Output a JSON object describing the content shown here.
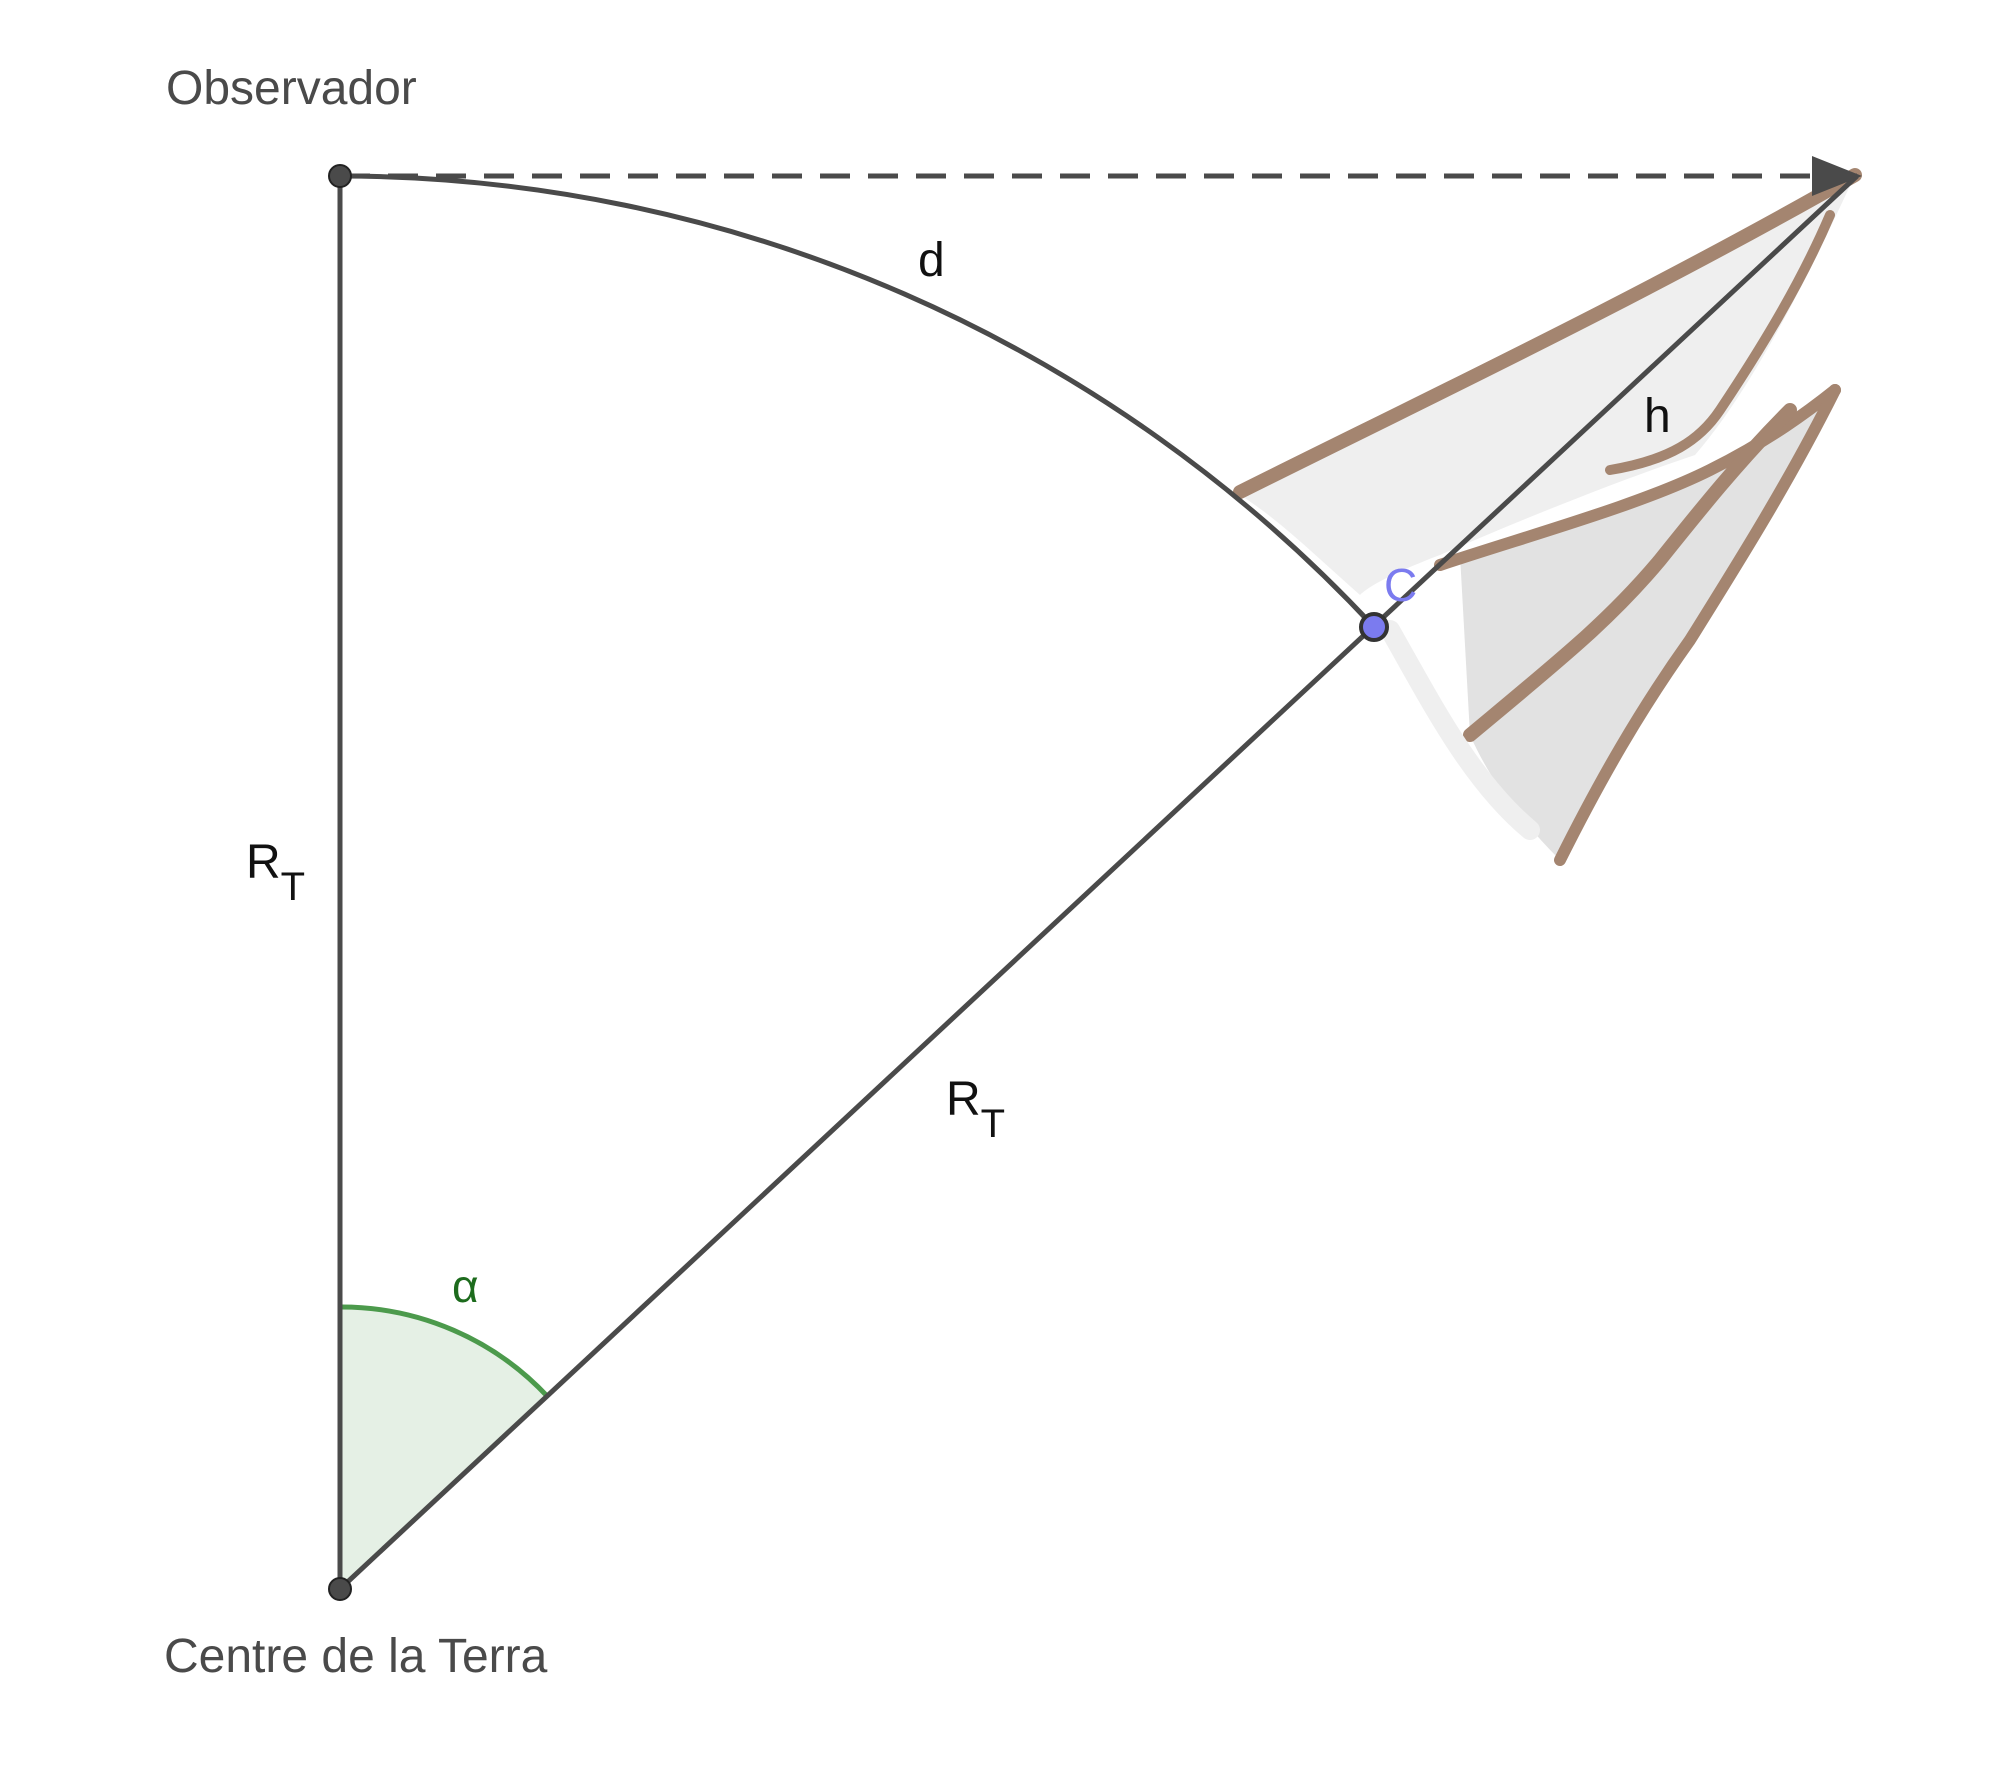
{
  "labels": {
    "observer": "Observador",
    "earth_center": "Centre de la Terra",
    "point_c": "C",
    "arc_d": "d",
    "height_h": "h",
    "radius_vertical": "R",
    "radius_vertical_sub": "T",
    "radius_diagonal": "R",
    "radius_diagonal_sub": "T",
    "angle": "α"
  },
  "colors": {
    "line": "#4a4a4a",
    "angle_stroke": "#4c9a4c",
    "angle_fill": "#e5f0e5",
    "angle_label": "#1d6b1d",
    "point_c": "#7b7bef",
    "mountain_outline": "#a48570",
    "mountain_fill": "#e8e8e8"
  }
}
